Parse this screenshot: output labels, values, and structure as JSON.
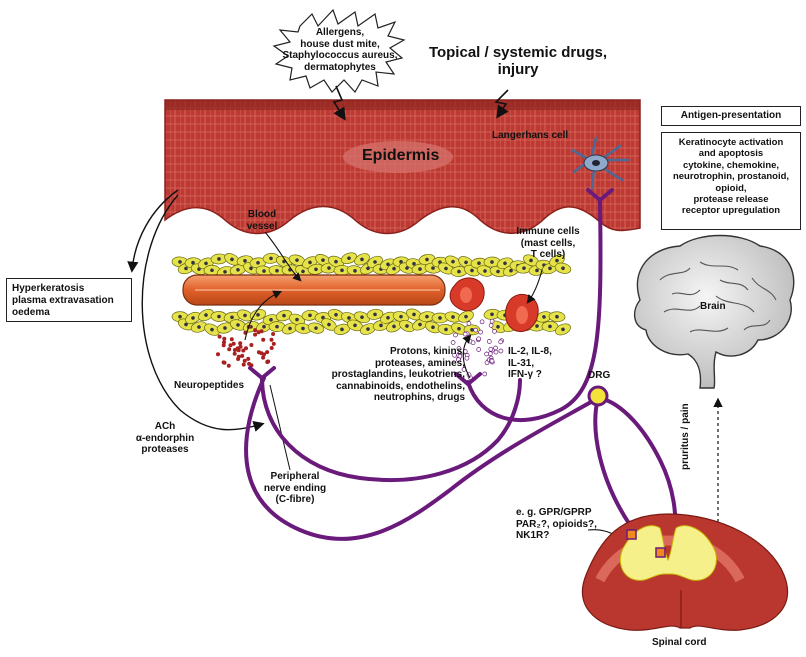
{
  "colors": {
    "epidermis": "#b5302e",
    "epidermis_light": "#d9645c",
    "nerve": "#6a1a7a",
    "vessel": "#e0703a",
    "dermal_cells": "#e6e24a",
    "immune_cell": "#d83a2a",
    "spinal_outer": "#b9372f",
    "spinal_inner": "#f4ee8a",
    "brain": "#e8e8e8"
  },
  "triggers": {
    "allergens": [
      "Allergens,",
      "house dust mite,",
      "Staphylococcus aureus,",
      "dermatophytes"
    ],
    "drugs": [
      "Topical / systemic drugs,",
      "injury"
    ]
  },
  "epidermis_label": "Epidermis",
  "langerhans_label": "Langerhans cell",
  "blood_vessel_label": [
    "Blood",
    "vessel"
  ],
  "immune_cells_label": [
    "Immune cells",
    "(mast cells,",
    "T cells)"
  ],
  "mediators": [
    "Protons, kinins,",
    "proteases, amines,",
    "prostaglandins, leukotriens,",
    "cannabinoids, endothelins,",
    "neutrophins, drugs"
  ],
  "interleukins": [
    "IL-2, IL-8,",
    "IL-31,",
    "IFN-γ ?"
  ],
  "neuropeptides_label": "Neuropeptides",
  "ach_label": [
    "ACh",
    "α-endorphin",
    "proteases"
  ],
  "nerve_ending_label": [
    "Peripheral",
    "nerve ending",
    "(C-fibre)"
  ],
  "hyperkeratosis_box": [
    "Hyperkeratosis",
    "plasma extravasation",
    "oedema"
  ],
  "antigen_box": "Antigen-presentation",
  "keratinocyte_box": [
    "Keratinocyte activation",
    "and apoptosis",
    "cytokine, chemokine,",
    "neurotrophin, prostanoid,",
    "opioid,",
    "protease release",
    "receptor upregulation"
  ],
  "brain_label": "Brain",
  "drg_label": "DRG",
  "pruritus_label": "pruritus / pain",
  "receptors_label": [
    "e. g. GPR/GPRP",
    "PAR₂?, opioids?,",
    "NK1R?"
  ],
  "spinal_cord_label": "Spinal cord"
}
